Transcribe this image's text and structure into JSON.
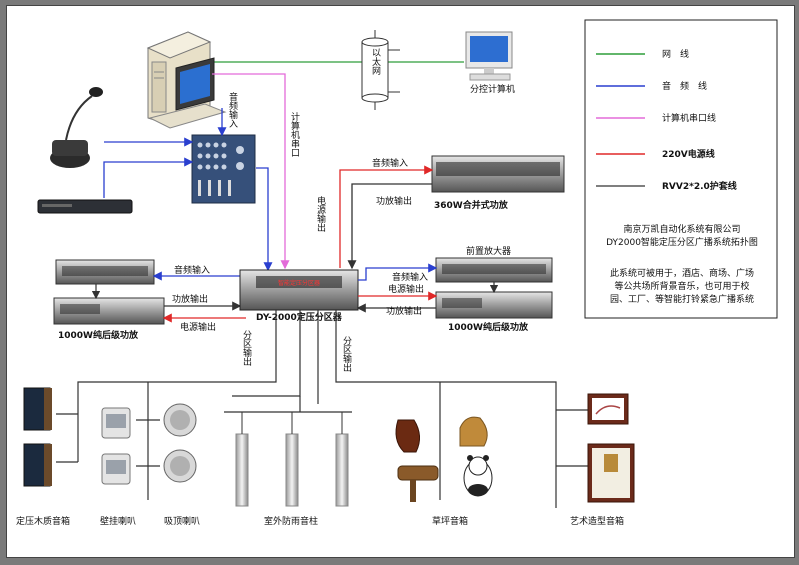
{
  "legend": {
    "items": [
      {
        "label": "网　线",
        "color": "#2e9e3a"
      },
      {
        "label": "音　频　线",
        "color": "#2a3fcf"
      },
      {
        "label": "计算机串口线",
        "color": "#e36bd9"
      },
      {
        "label": "220V电源线",
        "color": "#e02828"
      },
      {
        "label": "RVV2*2.0护套线",
        "color": "#555555"
      }
    ],
    "company": "南京万凯自动化系统有限公司",
    "system_title": "DY2000智能定压分区广播系统拓扑图",
    "note_lines": [
      "此系统可被用于，酒店、商场、广场",
      "等公共场所背景音乐，也可用于校",
      "园、工厂、等智能打铃紧急广播系统"
    ]
  },
  "devices": {
    "ethernet": "以太网",
    "sub_pc": "分控计算机",
    "amp_360": "360W合并式功放",
    "preamp": "前置放大器",
    "amp_1000_left": "1000W纯后级功放",
    "amp_1000_right": "1000W纯后级功放",
    "main_unit": "DY-2000定压分区器",
    "main_unit_panel": "智能定压分区器"
  },
  "connections": {
    "audio_in_pc": "音频输入",
    "computer_serial": "计算机串口",
    "audio_in_360": "音频输入",
    "power_out_360": "电源输出",
    "amp_out_360": "功放输出",
    "audio_in_left": "音频输入",
    "amp_out_left": "功放输出",
    "power_out_left": "电源输出",
    "audio_in_right": "音频输入",
    "power_out_right": "电源输出",
    "amp_out_right": "功放输出",
    "zone_out_1": "分区输出",
    "zone_out_2": "分区输出"
  },
  "speakers": {
    "wood": "定压木质音箱",
    "wall": "壁挂喇叭",
    "ceiling": "吸顶喇叭",
    "column": "室外防雨音柱",
    "lawn": "草坪音箱",
    "art": "艺术造型音箱"
  }
}
